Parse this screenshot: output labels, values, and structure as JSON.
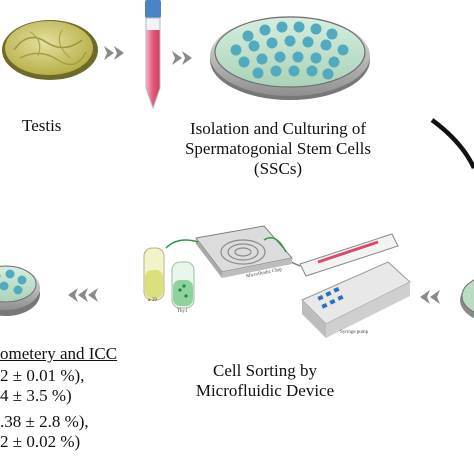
{
  "steps": {
    "testis": {
      "label": "Testis"
    },
    "isolation": {
      "line1": "Isolation and Culturing of",
      "line2": "Spermatogonial Stem Cells",
      "line3": "(SSCs)"
    },
    "sorting": {
      "line1": "Cell Sorting by",
      "line2": "Microfluidic Device"
    },
    "analysis": {
      "heading": "ometery and ICC",
      "results": [
        "2 ± 0.01 %),",
        "4 ± 3.5 %)",
        ".38 ± 2.8 %),",
        "2 ± 0.02 %)"
      ]
    }
  },
  "device_labels": {
    "tube_a": "a-39",
    "tube_b": "Thy1",
    "chip": "Microfluidic Chip",
    "syringe": "Syringe pump"
  },
  "colors": {
    "dish_green": "#b9dcc3",
    "cell_blue": "#53a9bd",
    "arrow_gray": "#8a8a8a",
    "tissue_yellow": "#c9c45c",
    "media_pink": "#e46a86"
  },
  "icons": [
    "testis-tissue",
    "culture-tube",
    "petri-dish",
    "sample-tubes",
    "microfluidic-chip",
    "syringe-pump"
  ]
}
